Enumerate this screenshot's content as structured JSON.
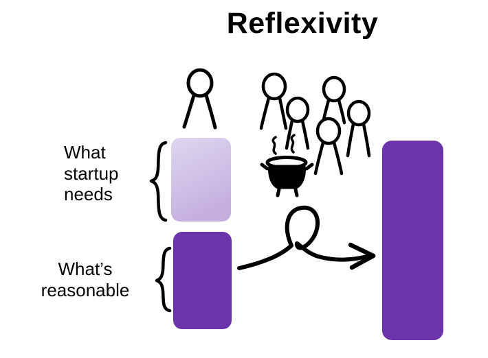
{
  "title": "Reflexivity",
  "labels": {
    "startup_needs": "What startup needs",
    "reasonable": "What’s reasonable"
  },
  "colors": {
    "dark_purple": "#6c34ab",
    "light_purple_start": "#ded7ef",
    "light_purple_end": "#c5afdf",
    "ink": "#000000"
  },
  "icons": {
    "single_person": "person-icon",
    "crowd": "crowd-of-people-icon",
    "pot": "cooking-pot-icon",
    "steam": "steam-icon",
    "arrow": "looped-arrow-icon",
    "brace": "curly-brace"
  }
}
